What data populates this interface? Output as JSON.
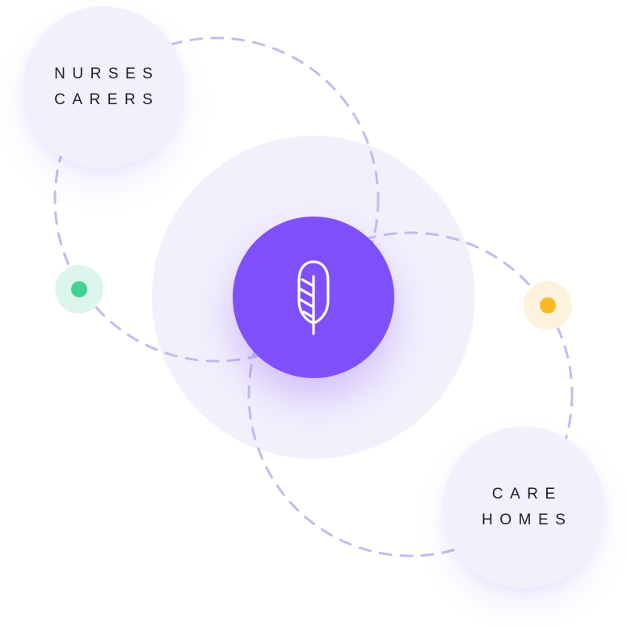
{
  "colors": {
    "accent": "#7f50fa",
    "soft_lavender": "#f3f0fc",
    "orbit_dash": "#c6b9f2",
    "label_text": "#1f1d2b",
    "green_dot": "#42d392",
    "green_halo": "#dcf6ec",
    "yellow_dot": "#fbb924",
    "yellow_halo": "#fdf3dd"
  },
  "nodes": {
    "top_left": {
      "lines": [
        "NURSES",
        "CARERS"
      ]
    },
    "bottom_right": {
      "lines": [
        "CARE",
        "HOMES"
      ]
    },
    "center": {
      "icon": "feather-icon"
    },
    "left_dot": {
      "icon": "green-dot"
    },
    "right_dot": {
      "icon": "yellow-dot"
    }
  }
}
